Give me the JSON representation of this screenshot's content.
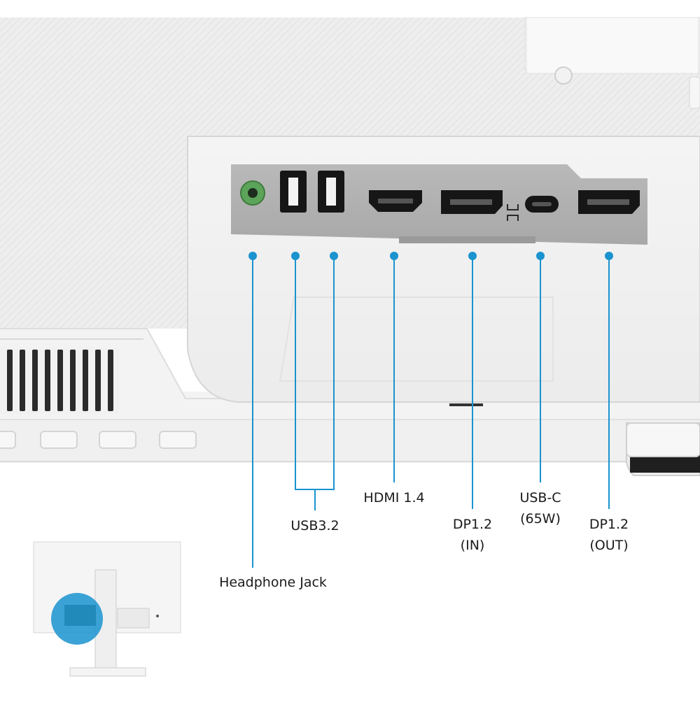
{
  "accent_color": "#1a93cf",
  "callouts": [
    {
      "id": "headphone",
      "port_icon": "headphone-jack-port",
      "lines": [
        "Headphone Jack"
      ]
    },
    {
      "id": "usb",
      "port_icon": "usb-a-port",
      "lines": [
        "USB3.2"
      ]
    },
    {
      "id": "hdmi",
      "port_icon": "hdmi-port",
      "lines": [
        "HDMI 1.4"
      ]
    },
    {
      "id": "dp-in",
      "port_icon": "displayport-port",
      "lines": [
        "DP1.2",
        "(IN)"
      ]
    },
    {
      "id": "usbc",
      "port_icon": "usb-c-port",
      "lines": [
        "USB-C",
        "(65W)"
      ]
    },
    {
      "id": "dp-out",
      "port_icon": "displayport-port",
      "lines": [
        "DP1.2",
        "(OUT)"
      ]
    }
  ]
}
